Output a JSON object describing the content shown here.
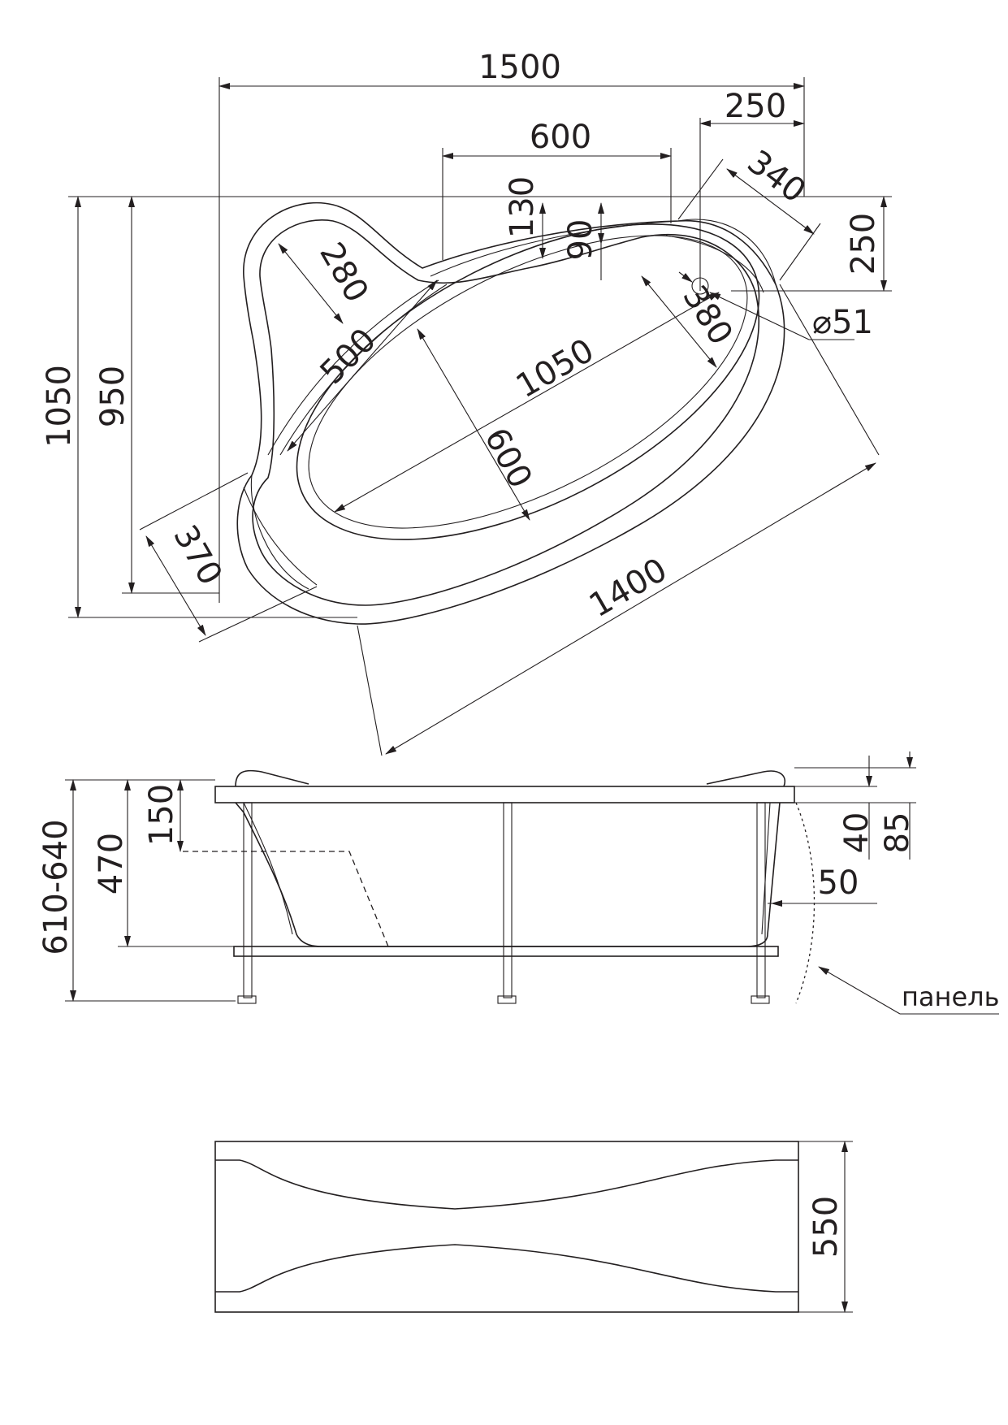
{
  "plan": {
    "dim_1500": "1500",
    "dim_250_top": "250",
    "dim_600_top": "600",
    "dim_340": "340",
    "dim_130": "130",
    "dim_90": "90",
    "dim_250_right": "250",
    "dim_280": "280",
    "dim_500": "500",
    "dim_1050_diag": "1050",
    "dim_380": "380",
    "dim_51": "⌀51",
    "dim_600_diag": "600",
    "dim_1050_left": "1050",
    "dim_950": "950",
    "dim_370": "370",
    "dim_1400": "1400"
  },
  "side": {
    "dim_610_640": "610-640",
    "dim_470": "470",
    "dim_150": "150",
    "dim_40": "40",
    "dim_85": "85",
    "dim_50": "50",
    "panel_label": "панель"
  },
  "panel_view": {
    "dim_550": "550"
  }
}
